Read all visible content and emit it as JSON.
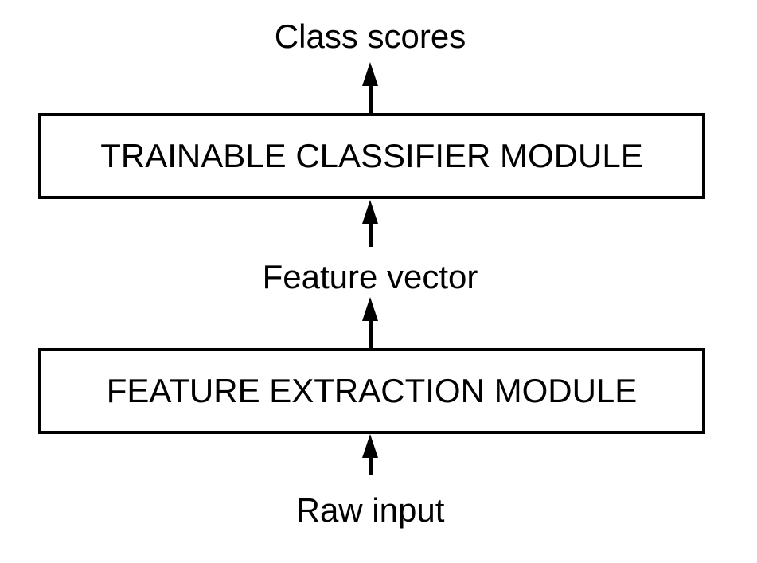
{
  "labels": {
    "output": "Class scores",
    "classifier_module": "TRAINABLE CLASSIFIER MODULE",
    "feature_vector": "Feature vector",
    "extraction_module": "FEATURE EXTRACTION MODULE",
    "input": "Raw input"
  },
  "colors": {
    "ink": "#000000",
    "background": "#ffffff"
  },
  "diagram": {
    "type": "block-flow",
    "direction": "bottom-to-top",
    "nodes": [
      "input",
      "extraction_module",
      "feature_vector",
      "classifier_module",
      "output"
    ],
    "edges": [
      {
        "from": "input",
        "to": "extraction_module"
      },
      {
        "from": "extraction_module",
        "to": "feature_vector"
      },
      {
        "from": "feature_vector",
        "to": "classifier_module"
      },
      {
        "from": "classifier_module",
        "to": "output"
      }
    ]
  }
}
